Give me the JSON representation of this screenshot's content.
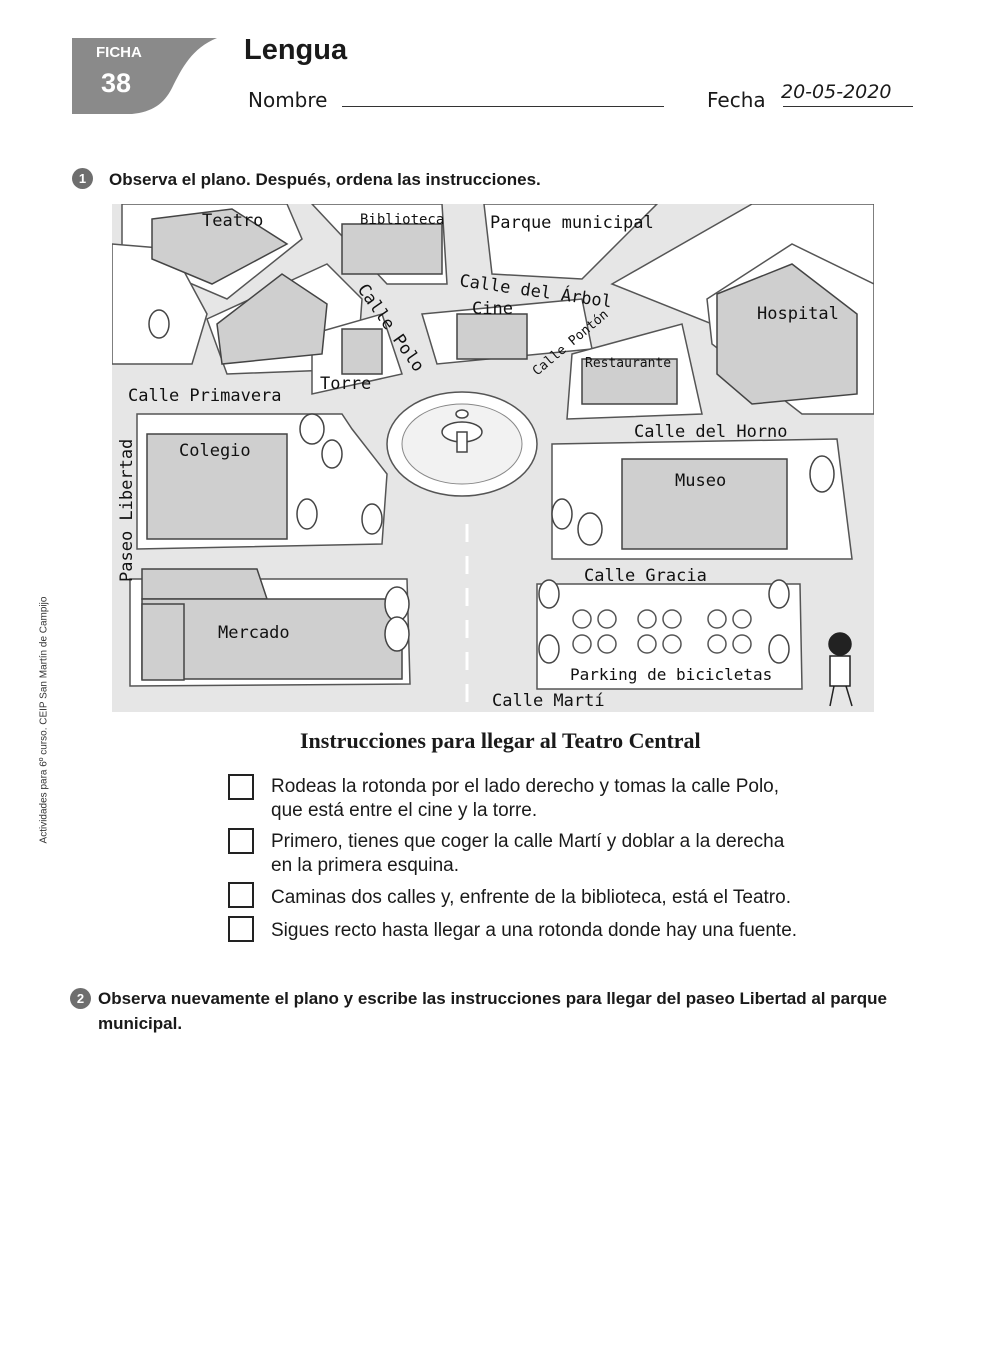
{
  "header": {
    "ficha_label": "FICHA",
    "ficha_number": "38",
    "subject": "Lengua",
    "name_label": "Nombre",
    "date_label": "Fecha",
    "date_value": "20-05-2020"
  },
  "side_credit": "Actividades para 6º curso. CEIP San Martín de Campijo",
  "question1": {
    "number": "1",
    "text": "Observa el plano. Después, ordena las instrucciones."
  },
  "map": {
    "buildings": {
      "teatro": "Teatro",
      "biblioteca": "Biblioteca",
      "parque": "Parque municipal",
      "cine": "Cine",
      "torre": "Torre",
      "restaurante": "Restaurante",
      "hospital": "Hospital",
      "colegio": "Colegio",
      "museo": "Museo",
      "mercado": "Mercado",
      "parking": "Parking de bicicletas"
    },
    "streets": {
      "arbol": "Calle del Árbol",
      "polo": "Calle Polo",
      "ponton": "Calle Pontón",
      "primavera": "Calle Primavera",
      "horno": "Calle del Horno",
      "libertad": "Paseo Libertad",
      "gracia": "Calle Gracia",
      "marti": "Calle Martí"
    }
  },
  "instructions": {
    "title": "Instrucciones para llegar al Teatro Central",
    "items": [
      {
        "line1": "Rodeas la rotonda por el lado derecho y tomas la calle Polo,",
        "line2": "que está entre el cine y la torre."
      },
      {
        "line1": "Primero, tienes que coger la calle Martí y doblar a la derecha",
        "line2": "en la primera esquina."
      },
      {
        "line1": "Caminas dos calles y, enfrente de la biblioteca, está el Teatro.",
        "line2": ""
      },
      {
        "line1": "Sigues recto hasta llegar a una rotonda donde hay una fuente.",
        "line2": ""
      }
    ]
  },
  "question2": {
    "number": "2",
    "text": "Observa nuevamente el plano y escribe las instrucciones para llegar del paseo Libertad al parque municipal."
  }
}
